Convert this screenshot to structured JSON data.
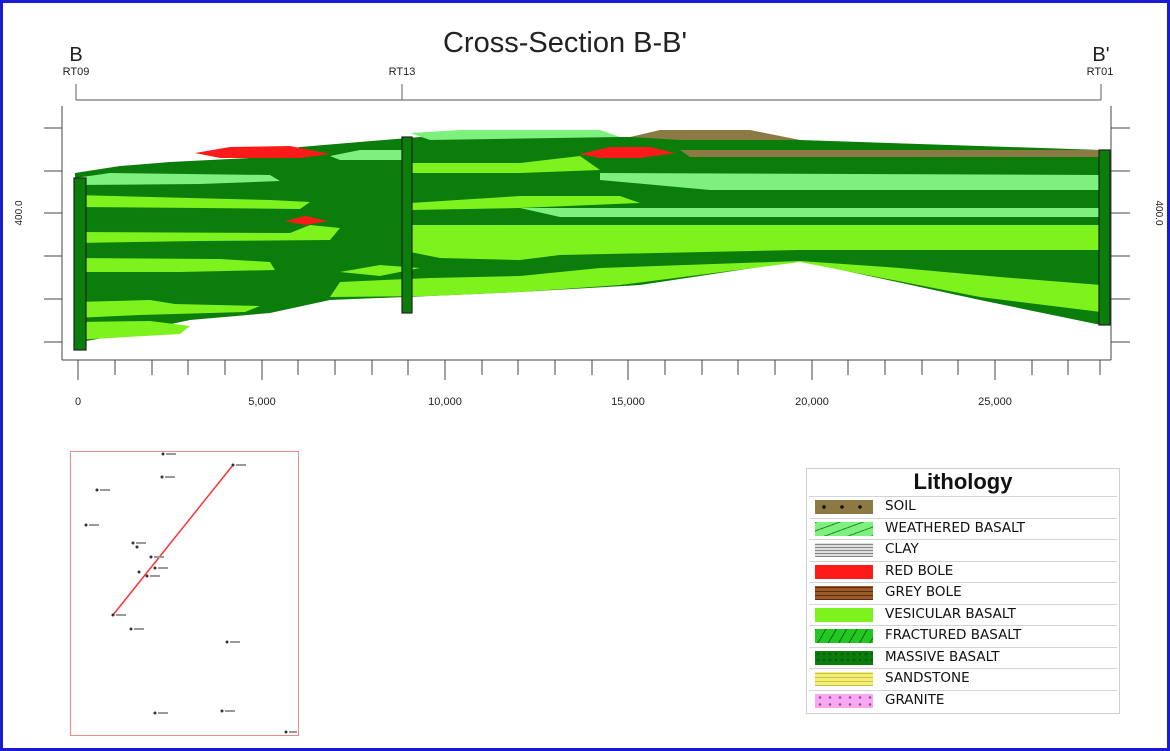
{
  "title": "Cross-Section B-B'",
  "section_start_label": "B",
  "section_end_label": "B'",
  "wells": [
    {
      "name": "RT09",
      "distance": 0
    },
    {
      "name": "RT13",
      "distance": 9000
    },
    {
      "name": "RT01",
      "distance": 28000
    }
  ],
  "elevation_label": "400.0",
  "x_axis": {
    "min": 0,
    "max": 28000,
    "tick_labels": [
      "0",
      "5,000",
      "10,000",
      "15,000",
      "20,000",
      "25,000"
    ],
    "tick_values": [
      0,
      5000,
      10000,
      15000,
      20000,
      25000
    ]
  },
  "legend": {
    "title": "Lithology",
    "items": [
      {
        "label": "SOIL",
        "color": "#8c7a45"
      },
      {
        "label": "WEATHERED BASALT",
        "color": "#7df07d"
      },
      {
        "label": "CLAY",
        "color": "#c8c8c8"
      },
      {
        "label": "RED BOLE",
        "color": "#ff1a1a"
      },
      {
        "label": "GREY BOLE",
        "color": "#9b5a28"
      },
      {
        "label": "VESICULAR BASALT",
        "color": "#7ef21c"
      },
      {
        "label": "FRACTURED BASALT",
        "color": "#22c722"
      },
      {
        "label": "MASSIVE BASALT",
        "color": "#0a7d0a"
      },
      {
        "label": "SANDSTONE",
        "color": "#f2ee7a"
      },
      {
        "label": "GRANITE",
        "color": "#f6a9f0"
      }
    ]
  },
  "inset_map": {
    "line_color": "#ff3333"
  }
}
